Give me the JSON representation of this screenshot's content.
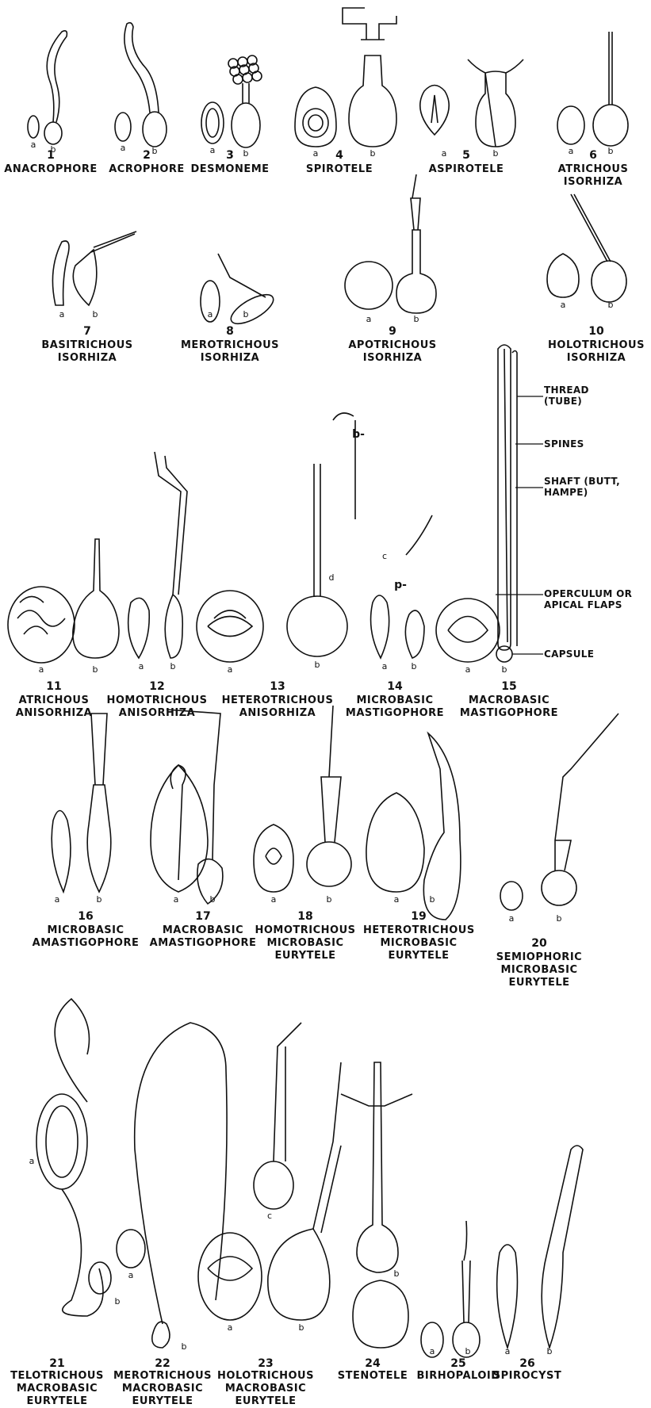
{
  "organelles": [
    {
      "num": "1",
      "name": "ANACROPHORE"
    },
    {
      "num": "2",
      "name": "ACROPHORE"
    },
    {
      "num": "3",
      "name": "DESMONEME"
    },
    {
      "num": "4",
      "name": "SPIROTELE"
    },
    {
      "num": "5",
      "name": "ASPIROTELE"
    },
    {
      "num": "6",
      "name": "ATRICHOUS ISORHIZA"
    },
    {
      "num": "7",
      "name": "BASITRICHOUS ISORHIZA"
    },
    {
      "num": "8",
      "name": "MEROTRICHOUS ISORHIZA"
    },
    {
      "num": "9",
      "name": "APOTRICHOUS ISORHIZA"
    },
    {
      "num": "10",
      "name": "HOLOTRICHOUS ISORHIZA"
    },
    {
      "num": "11",
      "name": "ATRICHOUS ANISORHIZA"
    },
    {
      "num": "12",
      "name": "HOMOTRICHOUS ANISORHIZA"
    },
    {
      "num": "13",
      "name": "HETEROTRICHOUS ANISORHIZA"
    },
    {
      "num": "14",
      "name": "MICROBASIC MASTIGOPHORE"
    },
    {
      "num": "15",
      "name": "MACROBASIC MASTIGOPHORE"
    },
    {
      "num": "16",
      "name": "MICROBASIC AMASTIGOPHORE"
    },
    {
      "num": "17",
      "name": "MACROBASIC AMASTIGOPHORE"
    },
    {
      "num": "18",
      "name": "HOMOTRICHOUS MICROBASIC EURYTELE"
    },
    {
      "num": "19",
      "name": "HETEROTRICHOUS MICROBASIC EURYTELE"
    },
    {
      "num": "20",
      "name": "SEMIOPHORIC MICROBASIC EURYTELE"
    },
    {
      "num": "21",
      "name": "TELOTRICHOUS MACROBASIC EURYTELE"
    },
    {
      "num": "22",
      "name": "MEROTRICHOUS MACROBASIC EURYTELE"
    },
    {
      "num": "23",
      "name": "HOLOTRICHOUS MACROBASIC EURYTELE"
    },
    {
      "num": "24",
      "name": "STENOTELE"
    },
    {
      "num": "25",
      "name": "BIRHOPALOID"
    },
    {
      "num": "26",
      "name": "SPIROCYST"
    }
  ],
  "part_labels": {
    "a": "a",
    "b": "b",
    "c": "c",
    "d": "d",
    "p": "p-",
    "bdash": "b-"
  },
  "callouts": {
    "thread": "THREAD (TUBE)",
    "spines": "SPINES",
    "shaft": "SHAFT (BUTT, HAMPE)",
    "operculum": "OPERCULUM OR APICAL FLAPS",
    "capsule": "CAPSULE"
  }
}
